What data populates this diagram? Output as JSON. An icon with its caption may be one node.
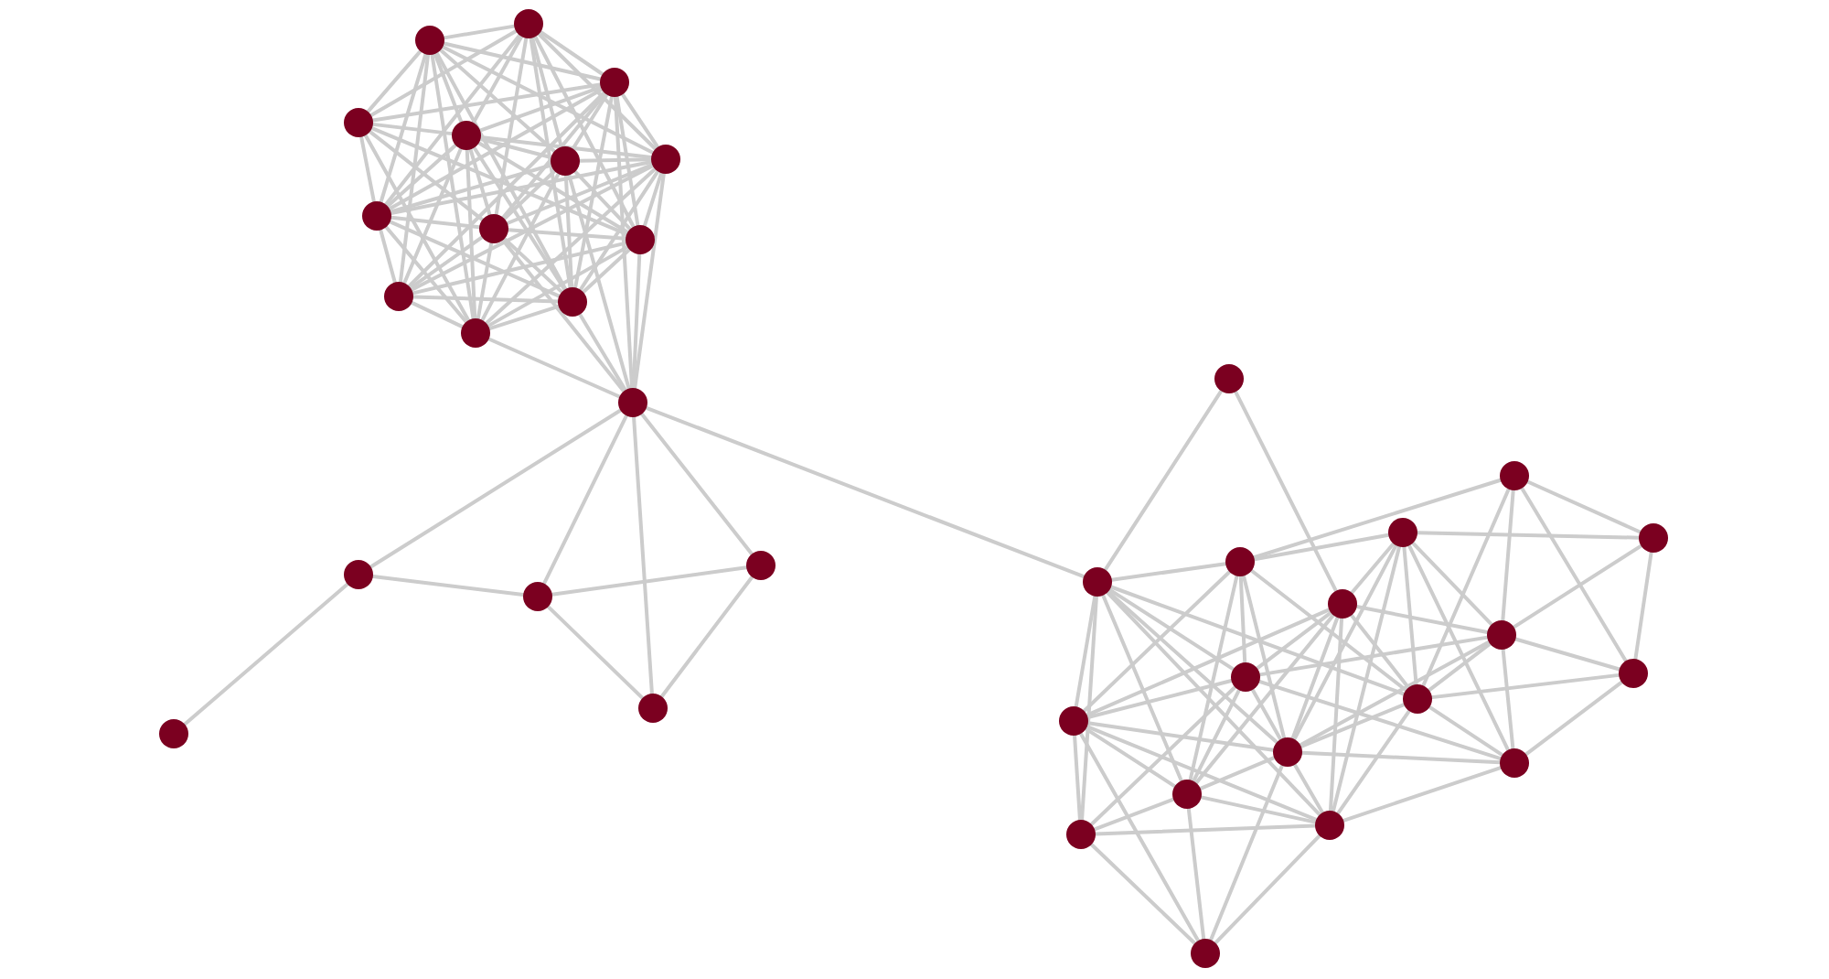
{
  "diagram": {
    "nodes": [
      {
        "text": [],
        "shape": "circle"
      },
      {
        "text": [],
        "shape": "circle"
      },
      {
        "text": [],
        "shape": "circle"
      },
      {
        "text": [],
        "shape": "circle"
      },
      {
        "text": [],
        "shape": "circle"
      },
      {
        "text": [],
        "shape": "circle"
      },
      {
        "text": [],
        "shape": "circle"
      },
      {
        "text": [],
        "shape": "circle"
      },
      {
        "text": [],
        "shape": "circle"
      },
      {
        "text": [],
        "shape": "circle"
      },
      {
        "text": [],
        "shape": "circle"
      },
      {
        "text": [],
        "shape": "circle"
      },
      {
        "text": [],
        "shape": "circle"
      },
      {
        "text": [],
        "shape": "circle"
      },
      {
        "text": [],
        "shape": "circle"
      },
      {
        "text": [],
        "shape": "circle"
      },
      {
        "text": [],
        "shape": "circle"
      },
      {
        "text": [],
        "shape": "circle"
      },
      {
        "text": [],
        "shape": "circle"
      },
      {
        "text": [],
        "shape": "circle"
      },
      {
        "text": [],
        "shape": "circle"
      },
      {
        "text": [],
        "shape": "circle"
      },
      {
        "text": [],
        "shape": "circle"
      },
      {
        "text": [],
        "shape": "circle"
      },
      {
        "text": [],
        "shape": "circle"
      },
      {
        "text": [],
        "shape": "circle"
      },
      {
        "text": [],
        "shape": "circle"
      },
      {
        "text": [],
        "shape": "circle"
      },
      {
        "text": [],
        "shape": "circle"
      },
      {
        "text": [],
        "shape": "circle"
      },
      {
        "text": [],
        "shape": "circle"
      },
      {
        "text": [],
        "shape": "circle"
      },
      {
        "text": [],
        "shape": "circle"
      },
      {
        "text": [],
        "shape": "circle"
      },
      {
        "text": [],
        "shape": "circle"
      },
      {
        "text": [],
        "shape": "circle"
      },
      {
        "text": [],
        "shape": "circle"
      }
    ],
    "edges": [
      {
        "from": 0,
        "to": 1,
        "arrow": "none"
      },
      {
        "from": 0,
        "to": 2,
        "arrow": "none"
      },
      {
        "from": 0,
        "to": 3,
        "arrow": "none"
      },
      {
        "from": 0,
        "to": 4,
        "arrow": "none"
      },
      {
        "from": 0,
        "to": 5,
        "arrow": "none"
      },
      {
        "from": 0,
        "to": 6,
        "arrow": "none"
      },
      {
        "from": 0,
        "to": 7,
        "arrow": "none"
      },
      {
        "from": 0,
        "to": 10,
        "arrow": "none"
      },
      {
        "from": 0,
        "to": 11,
        "arrow": "none"
      },
      {
        "from": 0,
        "to": 12,
        "arrow": "none"
      },
      {
        "from": 1,
        "to": 2,
        "arrow": "none"
      },
      {
        "from": 1,
        "to": 3,
        "arrow": "none"
      },
      {
        "from": 1,
        "to": 4,
        "arrow": "none"
      },
      {
        "from": 1,
        "to": 5,
        "arrow": "none"
      },
      {
        "from": 1,
        "to": 6,
        "arrow": "none"
      },
      {
        "from": 1,
        "to": 7,
        "arrow": "none"
      },
      {
        "from": 1,
        "to": 8,
        "arrow": "none"
      },
      {
        "from": 1,
        "to": 9,
        "arrow": "none"
      },
      {
        "from": 1,
        "to": 11,
        "arrow": "none"
      },
      {
        "from": 2,
        "to": 3,
        "arrow": "none"
      },
      {
        "from": 2,
        "to": 4,
        "arrow": "none"
      },
      {
        "from": 2,
        "to": 5,
        "arrow": "none"
      },
      {
        "from": 2,
        "to": 6,
        "arrow": "none"
      },
      {
        "from": 2,
        "to": 7,
        "arrow": "none"
      },
      {
        "from": 2,
        "to": 8,
        "arrow": "none"
      },
      {
        "from": 2,
        "to": 9,
        "arrow": "none"
      },
      {
        "from": 2,
        "to": 10,
        "arrow": "none"
      },
      {
        "from": 2,
        "to": 11,
        "arrow": "none"
      },
      {
        "from": 3,
        "to": 4,
        "arrow": "none"
      },
      {
        "from": 3,
        "to": 7,
        "arrow": "none"
      },
      {
        "from": 3,
        "to": 8,
        "arrow": "none"
      },
      {
        "from": 3,
        "to": 9,
        "arrow": "none"
      },
      {
        "from": 3,
        "to": 12,
        "arrow": "none"
      },
      {
        "from": 4,
        "to": 5,
        "arrow": "none"
      },
      {
        "from": 4,
        "to": 6,
        "arrow": "none"
      },
      {
        "from": 4,
        "to": 7,
        "arrow": "none"
      },
      {
        "from": 4,
        "to": 8,
        "arrow": "none"
      },
      {
        "from": 4,
        "to": 9,
        "arrow": "none"
      },
      {
        "from": 4,
        "to": 10,
        "arrow": "none"
      },
      {
        "from": 4,
        "to": 11,
        "arrow": "none"
      },
      {
        "from": 4,
        "to": 12,
        "arrow": "none"
      },
      {
        "from": 5,
        "to": 6,
        "arrow": "none"
      },
      {
        "from": 5,
        "to": 7,
        "arrow": "none"
      },
      {
        "from": 5,
        "to": 8,
        "arrow": "none"
      },
      {
        "from": 5,
        "to": 9,
        "arrow": "none"
      },
      {
        "from": 5,
        "to": 11,
        "arrow": "none"
      },
      {
        "from": 5,
        "to": 12,
        "arrow": "none"
      },
      {
        "from": 6,
        "to": 7,
        "arrow": "none"
      },
      {
        "from": 6,
        "to": 8,
        "arrow": "none"
      },
      {
        "from": 6,
        "to": 9,
        "arrow": "none"
      },
      {
        "from": 6,
        "to": 10,
        "arrow": "none"
      },
      {
        "from": 6,
        "to": 11,
        "arrow": "none"
      },
      {
        "from": 6,
        "to": 12,
        "arrow": "none"
      },
      {
        "from": 7,
        "to": 8,
        "arrow": "none"
      },
      {
        "from": 7,
        "to": 10,
        "arrow": "none"
      },
      {
        "from": 7,
        "to": 11,
        "arrow": "none"
      },
      {
        "from": 7,
        "to": 12,
        "arrow": "none"
      },
      {
        "from": 8,
        "to": 9,
        "arrow": "none"
      },
      {
        "from": 8,
        "to": 10,
        "arrow": "none"
      },
      {
        "from": 8,
        "to": 11,
        "arrow": "none"
      },
      {
        "from": 8,
        "to": 12,
        "arrow": "none"
      },
      {
        "from": 9,
        "to": 10,
        "arrow": "none"
      },
      {
        "from": 9,
        "to": 11,
        "arrow": "none"
      },
      {
        "from": 9,
        "to": 12,
        "arrow": "none"
      },
      {
        "from": 10,
        "to": 11,
        "arrow": "none"
      },
      {
        "from": 10,
        "to": 12,
        "arrow": "none"
      },
      {
        "from": 11,
        "to": 12,
        "arrow": "none"
      },
      {
        "from": 2,
        "to": 13,
        "arrow": "none"
      },
      {
        "from": 5,
        "to": 13,
        "arrow": "none"
      },
      {
        "from": 6,
        "to": 13,
        "arrow": "none"
      },
      {
        "from": 8,
        "to": 13,
        "arrow": "none"
      },
      {
        "from": 9,
        "to": 13,
        "arrow": "none"
      },
      {
        "from": 11,
        "to": 13,
        "arrow": "none"
      },
      {
        "from": 12,
        "to": 13,
        "arrow": "none"
      },
      {
        "from": 13,
        "to": 14,
        "arrow": "none"
      },
      {
        "from": 13,
        "to": 15,
        "arrow": "none"
      },
      {
        "from": 13,
        "to": 16,
        "arrow": "none"
      },
      {
        "from": 13,
        "to": 17,
        "arrow": "none"
      },
      {
        "from": 14,
        "to": 15,
        "arrow": "none"
      },
      {
        "from": 15,
        "to": 16,
        "arrow": "none"
      },
      {
        "from": 15,
        "to": 17,
        "arrow": "none"
      },
      {
        "from": 16,
        "to": 17,
        "arrow": "none"
      },
      {
        "from": 14,
        "to": 18,
        "arrow": "none"
      },
      {
        "from": 13,
        "to": 20,
        "arrow": "none"
      },
      {
        "from": 19,
        "to": 20,
        "arrow": "none"
      },
      {
        "from": 19,
        "to": 25,
        "arrow": "none"
      },
      {
        "from": 20,
        "to": 21,
        "arrow": "none"
      },
      {
        "from": 20,
        "to": 30,
        "arrow": "none"
      },
      {
        "from": 20,
        "to": 35,
        "arrow": "none"
      },
      {
        "from": 20,
        "to": 33,
        "arrow": "none"
      },
      {
        "from": 20,
        "to": 28,
        "arrow": "none"
      },
      {
        "from": 20,
        "to": 31,
        "arrow": "none"
      },
      {
        "from": 20,
        "to": 34,
        "arrow": "none"
      },
      {
        "from": 20,
        "to": 29,
        "arrow": "none"
      },
      {
        "from": 21,
        "to": 22,
        "arrow": "none"
      },
      {
        "from": 21,
        "to": 23,
        "arrow": "none"
      },
      {
        "from": 21,
        "to": 28,
        "arrow": "none"
      },
      {
        "from": 21,
        "to": 31,
        "arrow": "none"
      },
      {
        "from": 21,
        "to": 33,
        "arrow": "none"
      },
      {
        "from": 21,
        "to": 30,
        "arrow": "none"
      },
      {
        "from": 21,
        "to": 29,
        "arrow": "none"
      },
      {
        "from": 22,
        "to": 24,
        "arrow": "none"
      },
      {
        "from": 22,
        "to": 25,
        "arrow": "none"
      },
      {
        "from": 22,
        "to": 26,
        "arrow": "none"
      },
      {
        "from": 22,
        "to": 29,
        "arrow": "none"
      },
      {
        "from": 22,
        "to": 31,
        "arrow": "none"
      },
      {
        "from": 22,
        "to": 32,
        "arrow": "none"
      },
      {
        "from": 22,
        "to": 34,
        "arrow": "none"
      },
      {
        "from": 23,
        "to": 24,
        "arrow": "none"
      },
      {
        "from": 23,
        "to": 26,
        "arrow": "none"
      },
      {
        "from": 23,
        "to": 29,
        "arrow": "none"
      },
      {
        "from": 23,
        "to": 27,
        "arrow": "none"
      },
      {
        "from": 24,
        "to": 26,
        "arrow": "none"
      },
      {
        "from": 24,
        "to": 27,
        "arrow": "none"
      },
      {
        "from": 25,
        "to": 26,
        "arrow": "none"
      },
      {
        "from": 25,
        "to": 29,
        "arrow": "none"
      },
      {
        "from": 25,
        "to": 31,
        "arrow": "none"
      },
      {
        "from": 25,
        "to": 28,
        "arrow": "none"
      },
      {
        "from": 25,
        "to": 33,
        "arrow": "none"
      },
      {
        "from": 25,
        "to": 30,
        "arrow": "none"
      },
      {
        "from": 25,
        "to": 34,
        "arrow": "none"
      },
      {
        "from": 26,
        "to": 27,
        "arrow": "none"
      },
      {
        "from": 26,
        "to": 32,
        "arrow": "none"
      },
      {
        "from": 26,
        "to": 29,
        "arrow": "none"
      },
      {
        "from": 26,
        "to": 31,
        "arrow": "none"
      },
      {
        "from": 26,
        "to": 28,
        "arrow": "none"
      },
      {
        "from": 27,
        "to": 29,
        "arrow": "none"
      },
      {
        "from": 27,
        "to": 32,
        "arrow": "none"
      },
      {
        "from": 28,
        "to": 30,
        "arrow": "none"
      },
      {
        "from": 28,
        "to": 35,
        "arrow": "none"
      },
      {
        "from": 28,
        "to": 31,
        "arrow": "none"
      },
      {
        "from": 28,
        "to": 32,
        "arrow": "none"
      },
      {
        "from": 28,
        "to": 33,
        "arrow": "none"
      },
      {
        "from": 29,
        "to": 31,
        "arrow": "none"
      },
      {
        "from": 29,
        "to": 34,
        "arrow": "none"
      },
      {
        "from": 29,
        "to": 32,
        "arrow": "none"
      },
      {
        "from": 30,
        "to": 35,
        "arrow": "none"
      },
      {
        "from": 30,
        "to": 33,
        "arrow": "none"
      },
      {
        "from": 30,
        "to": 31,
        "arrow": "none"
      },
      {
        "from": 30,
        "to": 34,
        "arrow": "none"
      },
      {
        "from": 30,
        "to": 36,
        "arrow": "none"
      },
      {
        "from": 31,
        "to": 33,
        "arrow": "none"
      },
      {
        "from": 31,
        "to": 32,
        "arrow": "none"
      },
      {
        "from": 31,
        "to": 34,
        "arrow": "none"
      },
      {
        "from": 31,
        "to": 36,
        "arrow": "none"
      },
      {
        "from": 32,
        "to": 34,
        "arrow": "none"
      },
      {
        "from": 33,
        "to": 35,
        "arrow": "none"
      },
      {
        "from": 33,
        "to": 36,
        "arrow": "none"
      },
      {
        "from": 33,
        "to": 34,
        "arrow": "none"
      },
      {
        "from": 34,
        "to": 35,
        "arrow": "none"
      },
      {
        "from": 34,
        "to": 36,
        "arrow": "none"
      },
      {
        "from": 35,
        "to": 36,
        "arrow": "none"
      }
    ]
  }
}
